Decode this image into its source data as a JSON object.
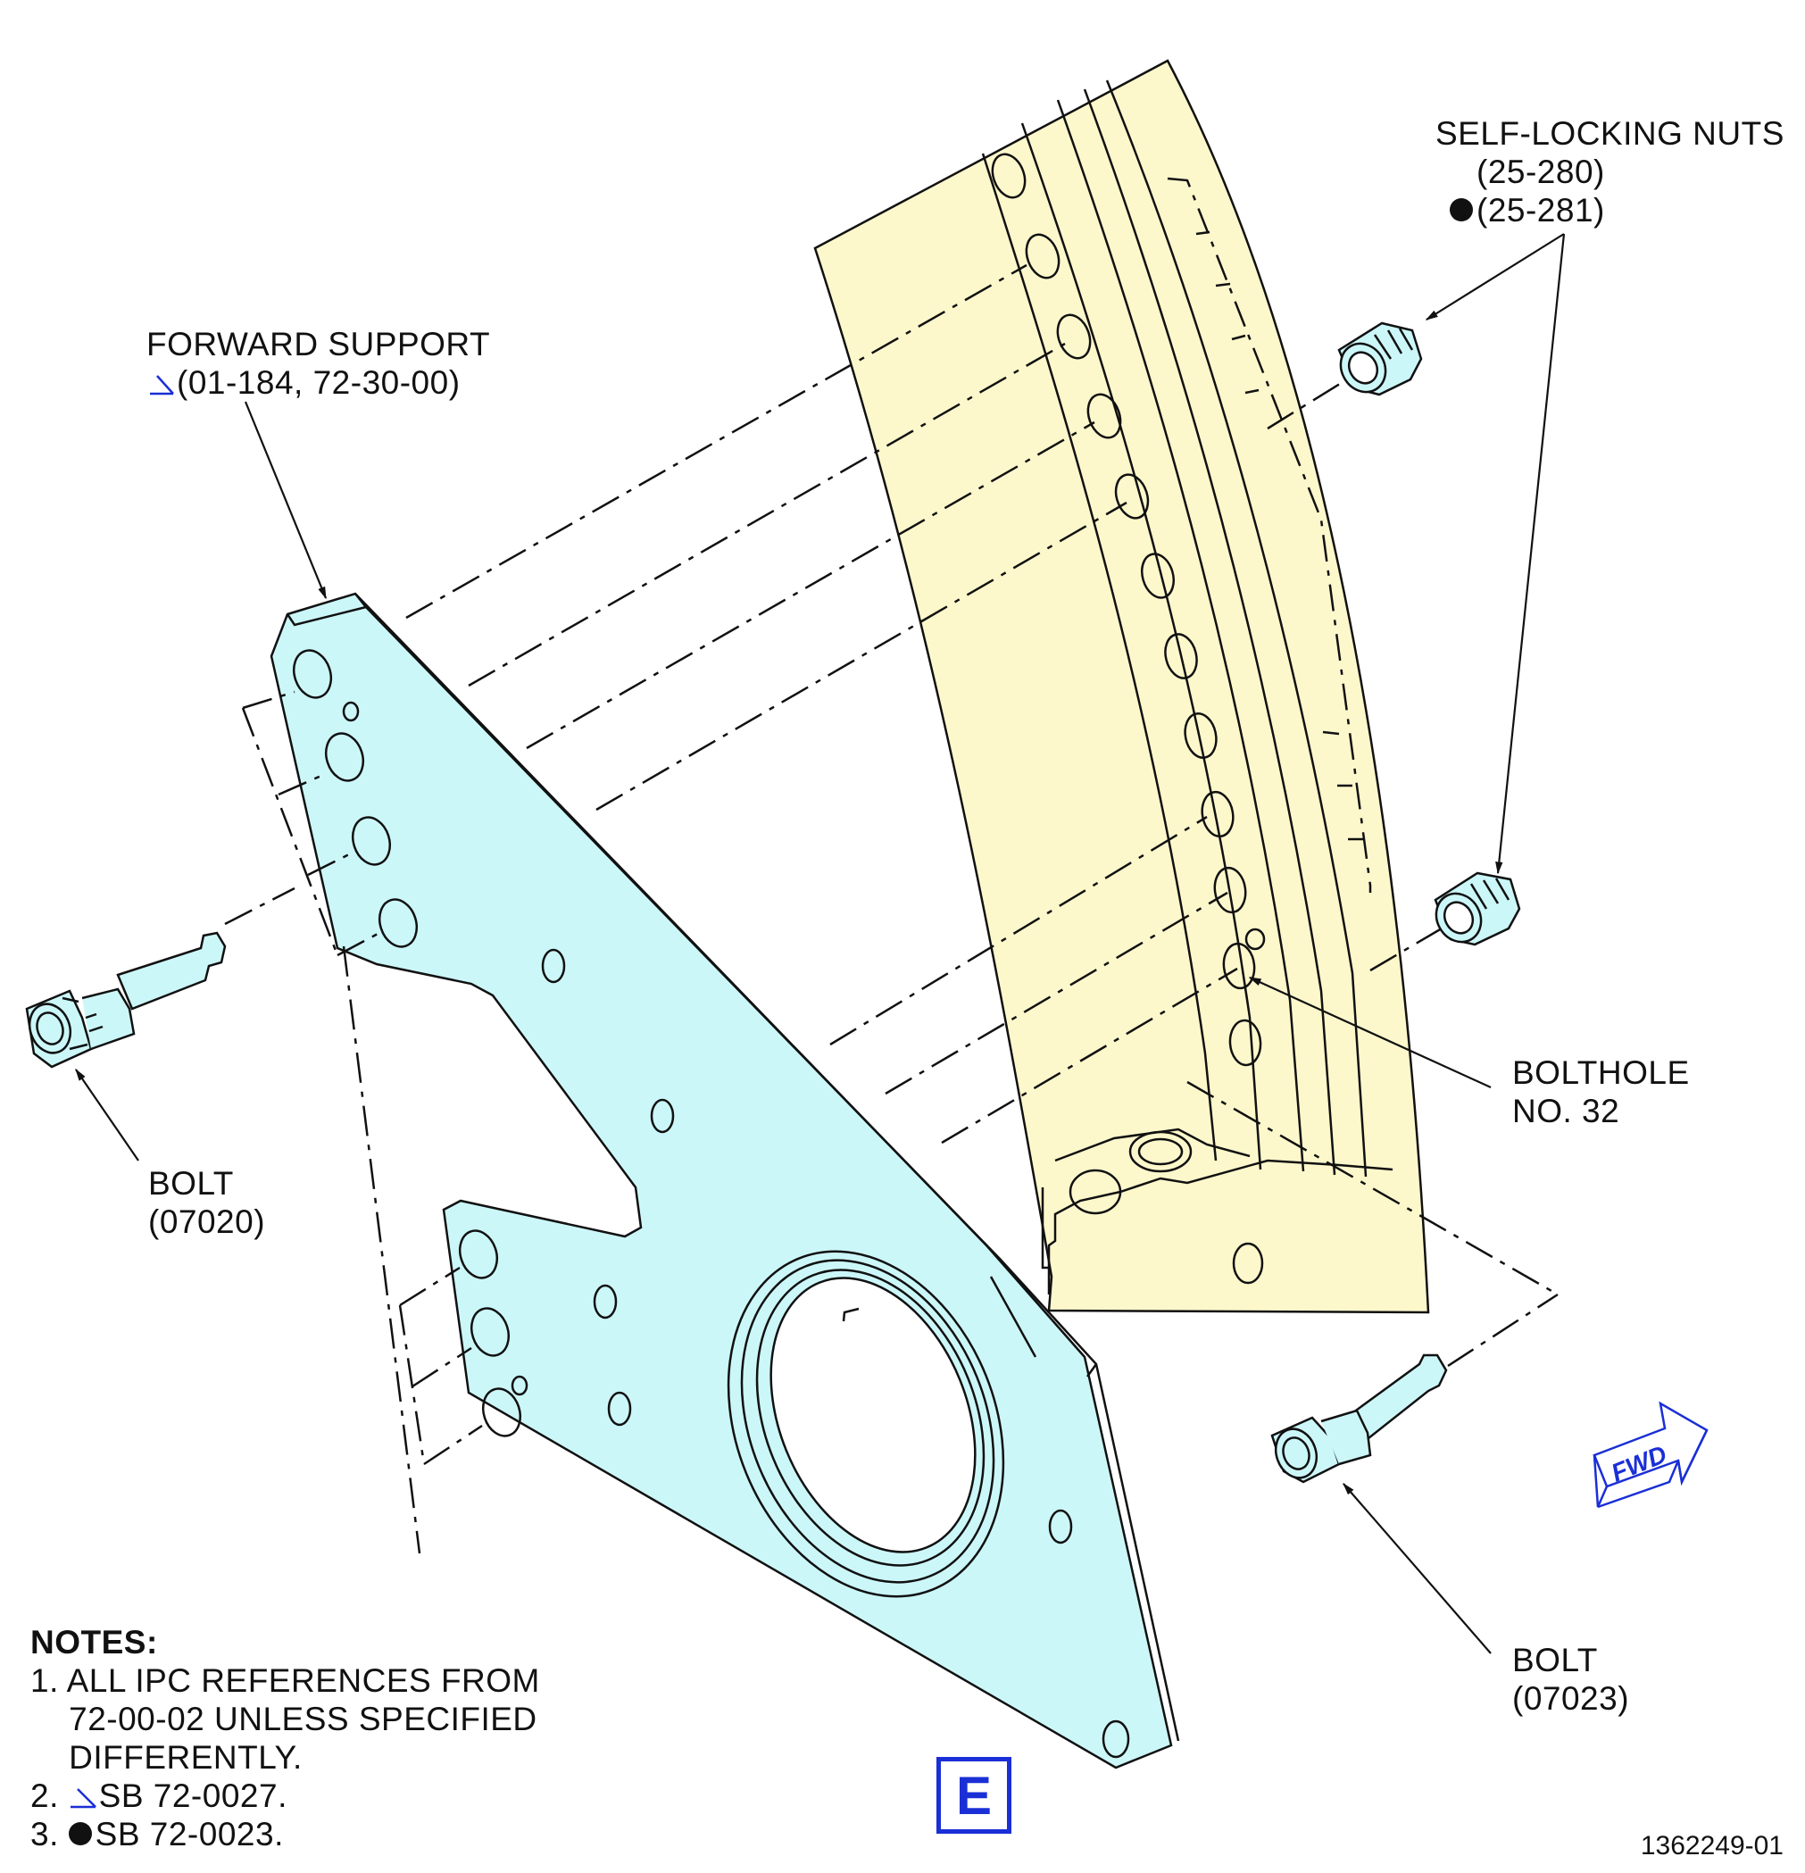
{
  "labels": {
    "nuts_title": "SELF-LOCKING NUTS",
    "nuts_ref1": "(25-280)",
    "nuts_ref2": "(25-281)",
    "forward_support_title": "FORWARD SUPPORT",
    "forward_support_ref": "(01-184, 72-30-00)",
    "bolt1_title": "BOLT",
    "bolt1_ref": "(07020)",
    "bolthole_line1": "BOLTHOLE",
    "bolthole_line2": "NO. 32",
    "bolt2_title": "BOLT",
    "bolt2_ref": "(07023)",
    "fwd": "FWD"
  },
  "notes": {
    "heading": "NOTES:",
    "n1_line1": "1. ALL IPC REFERENCES FROM",
    "n1_line2": "    72-00-02 UNLESS SPECIFIED",
    "n1_line3": "    DIFFERENTLY.",
    "n2_num": "2. ",
    "n2_text": "SB 72-0027.",
    "n3_num": "3. ",
    "n3_text": "SB 72-0023."
  },
  "view_letter": "E",
  "figure_number": "1362249-01",
  "colors": {
    "case_fill": "#fdf8cc",
    "support_fill": "#ccf7f9",
    "accent_blue": "#1a2fd6",
    "line": "#111111"
  }
}
